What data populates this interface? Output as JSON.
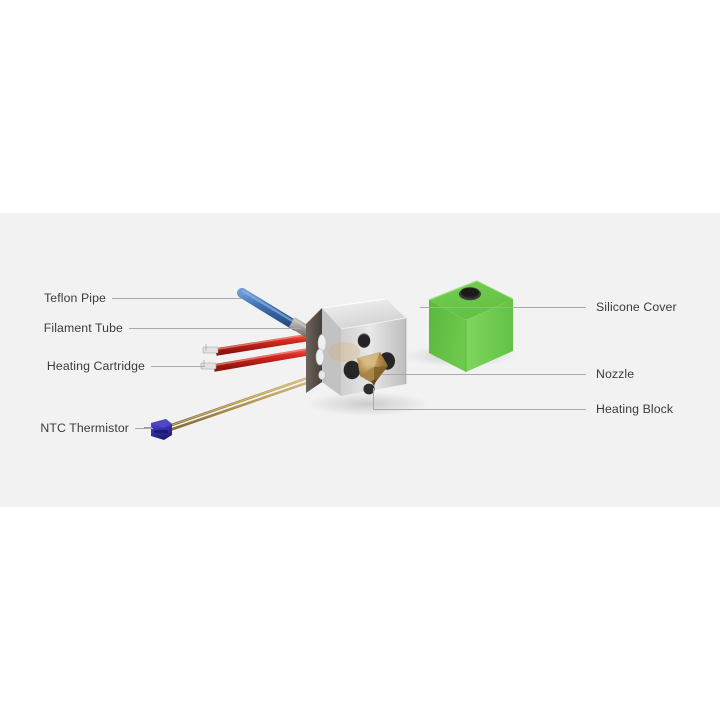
{
  "figure": {
    "title": "3D Printer Hotend Exploded Parts Diagram",
    "panel_background": "#f2f2f2",
    "page_background": "#ffffff",
    "label_color": "#3b3b3d",
    "leader_color": "#a9a9ad"
  },
  "labels": {
    "left": [
      {
        "id": "teflon-pipe",
        "text": "Teflon Pipe"
      },
      {
        "id": "filament-tube",
        "text": "Filament Tube"
      },
      {
        "id": "heating-cartridge",
        "text": "Heating Cartridge"
      },
      {
        "id": "ntc-thermistor",
        "text": "NTC Thermistor"
      }
    ],
    "right": [
      {
        "id": "silicone-cover",
        "text": "Silicone Cover"
      },
      {
        "id": "nozzle",
        "text": "Nozzle"
      },
      {
        "id": "heating-block",
        "text": "Heating Block"
      }
    ]
  },
  "parts": {
    "teflon_pipe": {
      "name": "teflon-pipe",
      "color": "#3f72b5",
      "accent": "#8c8b86"
    },
    "filament_tube": {
      "name": "filament-tube",
      "color": "#8c8b86"
    },
    "heating_cartridge": {
      "name": "heating-cartridge",
      "color": "#d92b20",
      "terminal": "#dcdcdc"
    },
    "ntc_thermistor": {
      "name": "ntc-thermistor",
      "color": "#3830b0",
      "wire": "#b59a52"
    },
    "heating_block": {
      "name": "heating-block",
      "color": "#d8d8d8",
      "shadow": "#4a423d"
    },
    "nozzle": {
      "name": "nozzle",
      "color": "#b08a4a"
    },
    "silicone_cover": {
      "name": "silicone-cover",
      "top": "#6cc94a",
      "left": "#63bf42",
      "right": "#79d155",
      "hole": "#2c2c2c"
    }
  }
}
